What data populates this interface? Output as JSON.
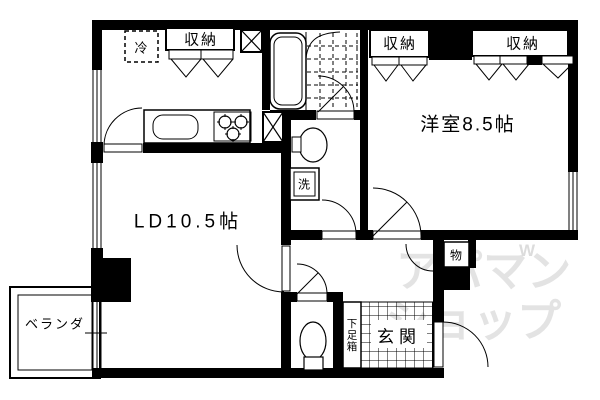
{
  "floorplan": {
    "colors": {
      "wall": "#000000",
      "background": "#ffffff",
      "watermark": "#e3e3e3"
    },
    "rooms": {
      "living_dining": {
        "label": "LD10.5帖"
      },
      "bedroom": {
        "label": "洋室8.5帖"
      },
      "entrance": {
        "label": "玄関"
      },
      "balcony": {
        "label": "ベランダ"
      }
    },
    "fixtures": {
      "kitchen_storage": "収納",
      "bedroom_storage_left": "収納",
      "bedroom_storage_right": "収納",
      "refrigerator": "冷",
      "washing_machine": "洗",
      "shoe_cabinet": "下足箱",
      "small_storage": "物"
    },
    "watermark": {
      "line1": "アパマン",
      "line2": "ショップ",
      "mark": "W"
    }
  }
}
